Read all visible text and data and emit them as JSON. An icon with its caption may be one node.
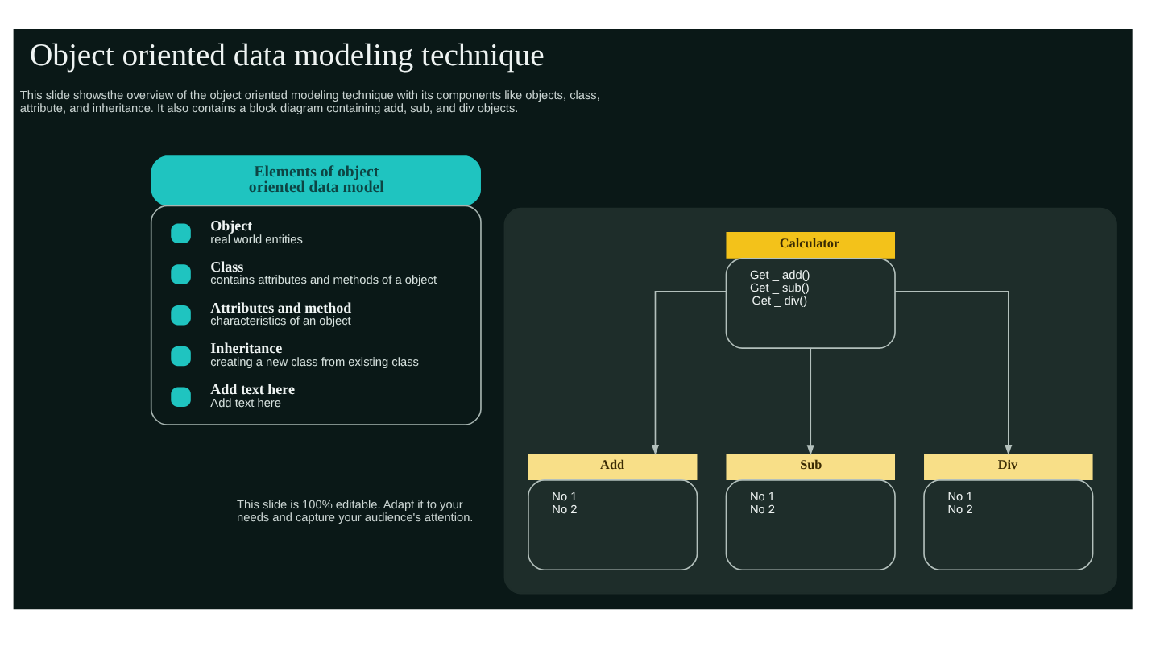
{
  "diagram": {
    "title": "Object oriented data modeling technique",
    "nodes": [
      {
        "text": [
          "Elements of object oriented data model",
          "Object",
          "real world entities",
          "Class",
          "contains attributes and methods of a object",
          "Attributes and method",
          "characteristics of an object",
          "Inheritance",
          "creating a new class from existing class",
          "Add text here",
          "Add text here"
        ]
      },
      {
        "text": [],
        "shape": "box"
      },
      {
        "text": [
          "Calculator",
          "Get _ add()",
          "Get _ sub()",
          "Get _ div()"
        ],
        "in": 1
      },
      {
        "text": [
          "Add",
          "No 1",
          "No 2"
        ],
        "in": 1
      },
      {
        "text": [
          "Sub",
          "No 1",
          "No 2"
        ],
        "in": 1
      },
      {
        "text": [
          "Div",
          "No 1",
          "No 2"
        ],
        "in": 1
      }
    ],
    "edges": [
      {
        "from": 2,
        "to": 3,
        "arrow": "to"
      },
      {
        "from": 2,
        "to": 4,
        "arrow": "to"
      },
      {
        "from": 2,
        "to": 5,
        "arrow": "to"
      }
    ],
    "labels": [
      "This slide showsthe overview of the object oriented modeling technique with its components like objects, class, attribute, and inheritance. It also contains a block diagram containing add, sub, and div objects.",
      "This slide is 100% editable. Adapt it to your needs and capture your audience's attention."
    ]
  }
}
